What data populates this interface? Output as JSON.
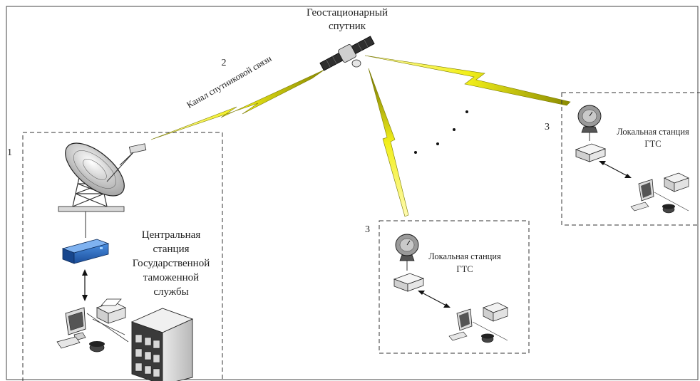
{
  "satellite": {
    "label_line1": "Геостационарный",
    "label_line2": "спутник"
  },
  "channel": {
    "number": "2",
    "label": "Канал спутниковой связи"
  },
  "central_station": {
    "number": "1",
    "label_lines": [
      "Центральная",
      "станция",
      "Государственной",
      "таможенной",
      "службы"
    ]
  },
  "local_station_1": {
    "number": "3",
    "label_line1": "Локальная станция",
    "label_line2": "ГТС"
  },
  "local_station_2": {
    "number": "3",
    "label_line1": "Локальная станция",
    "label_line2": "ГТС"
  },
  "colors": {
    "lightning": "#f2ef1a",
    "border": "#333333"
  }
}
